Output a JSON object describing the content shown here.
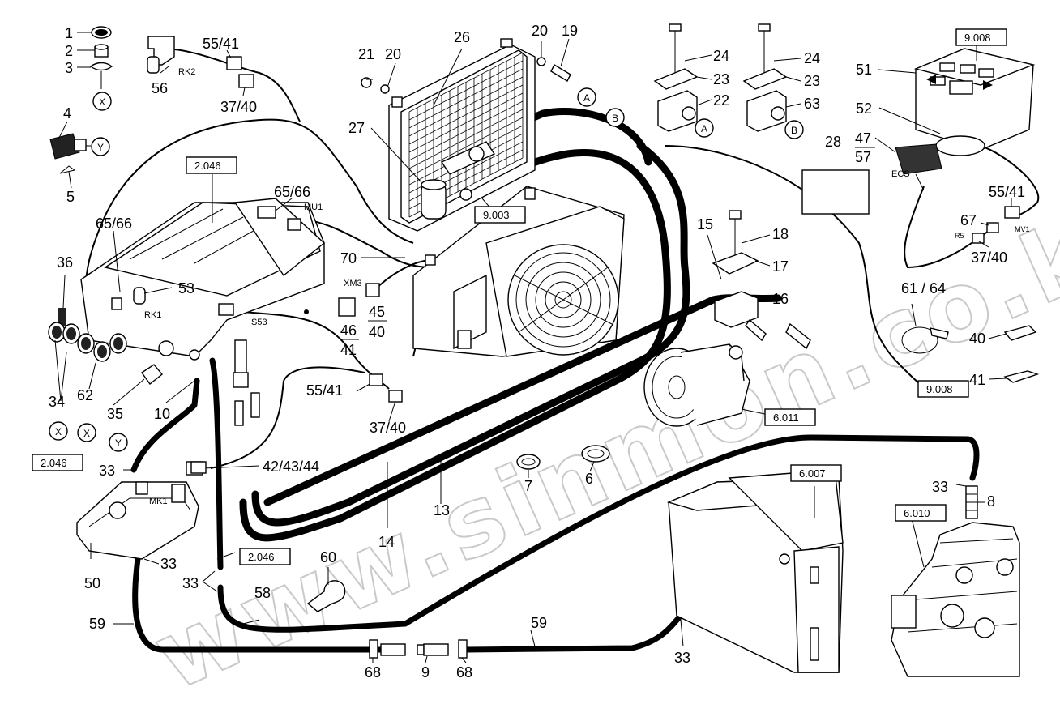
{
  "watermark": "www.sinmon.co.kz",
  "callouts": {
    "c1": "1",
    "c2": "2",
    "c3": "3",
    "c4": "4",
    "c5": "5",
    "c6": "6",
    "c7": "7",
    "c8": "8",
    "c9": "9",
    "c10": "10",
    "c13": "13",
    "c14": "14",
    "c15": "15",
    "c16": "16",
    "c17": "17",
    "c18": "18",
    "c19": "19",
    "c20a": "20",
    "c20b": "20",
    "c21": "21",
    "c22": "22",
    "c23a": "23",
    "c23b": "23",
    "c24a": "24",
    "c24b": "24",
    "c26": "26",
    "c27": "27",
    "c28": "28",
    "c33a": "33",
    "c33b": "33",
    "c33c": "33",
    "c33d": "33",
    "c33e": "33",
    "c34": "34",
    "c35": "35",
    "c36": "36",
    "c40": "40",
    "c41": "41",
    "c47": "47",
    "c57": "57",
    "c45": "45",
    "c40b": "40",
    "c46": "46",
    "c41b": "41",
    "c50": "50",
    "c51": "51",
    "c52": "52",
    "c53": "53",
    "c56": "56",
    "c58": "58",
    "c59a": "59",
    "c59b": "59",
    "c60": "60",
    "c62": "62",
    "c63": "63",
    "c6164": "61 / 64",
    "c67": "67",
    "c68a": "68",
    "c68b": "68",
    "c70": "70",
    "c5541a": "55/41",
    "c5541b": "55/41",
    "c5541c": "55/41",
    "c3740a": "37/40",
    "c3740b": "37/40",
    "c3740c": "37/40",
    "c6566a": "65/66",
    "c6566b": "65/66",
    "c424344": "42/43/44"
  },
  "circles": {
    "x1": "X",
    "x2": "X",
    "x3": "X",
    "y1": "Y",
    "y2": "Y",
    "a1": "A",
    "a2": "A",
    "b1": "B",
    "b2": "B"
  },
  "refs": {
    "r2046a": "2.046",
    "r2046b": "2.046",
    "r2046c": "2.046",
    "r9003": "9.003",
    "r9008a": "9.008",
    "r9008b": "9.008",
    "r6011": "6.011",
    "r6007": "6.007",
    "r6010": "6.010"
  },
  "labels": {
    "rk1": "RK1",
    "rk2": "RK2",
    "mu1": "MU1",
    "xm3": "XM3",
    "s53": "S53",
    "mk1": "MK1",
    "ecs": "ECS",
    "r5": "R5",
    "mv1": "MV1"
  }
}
